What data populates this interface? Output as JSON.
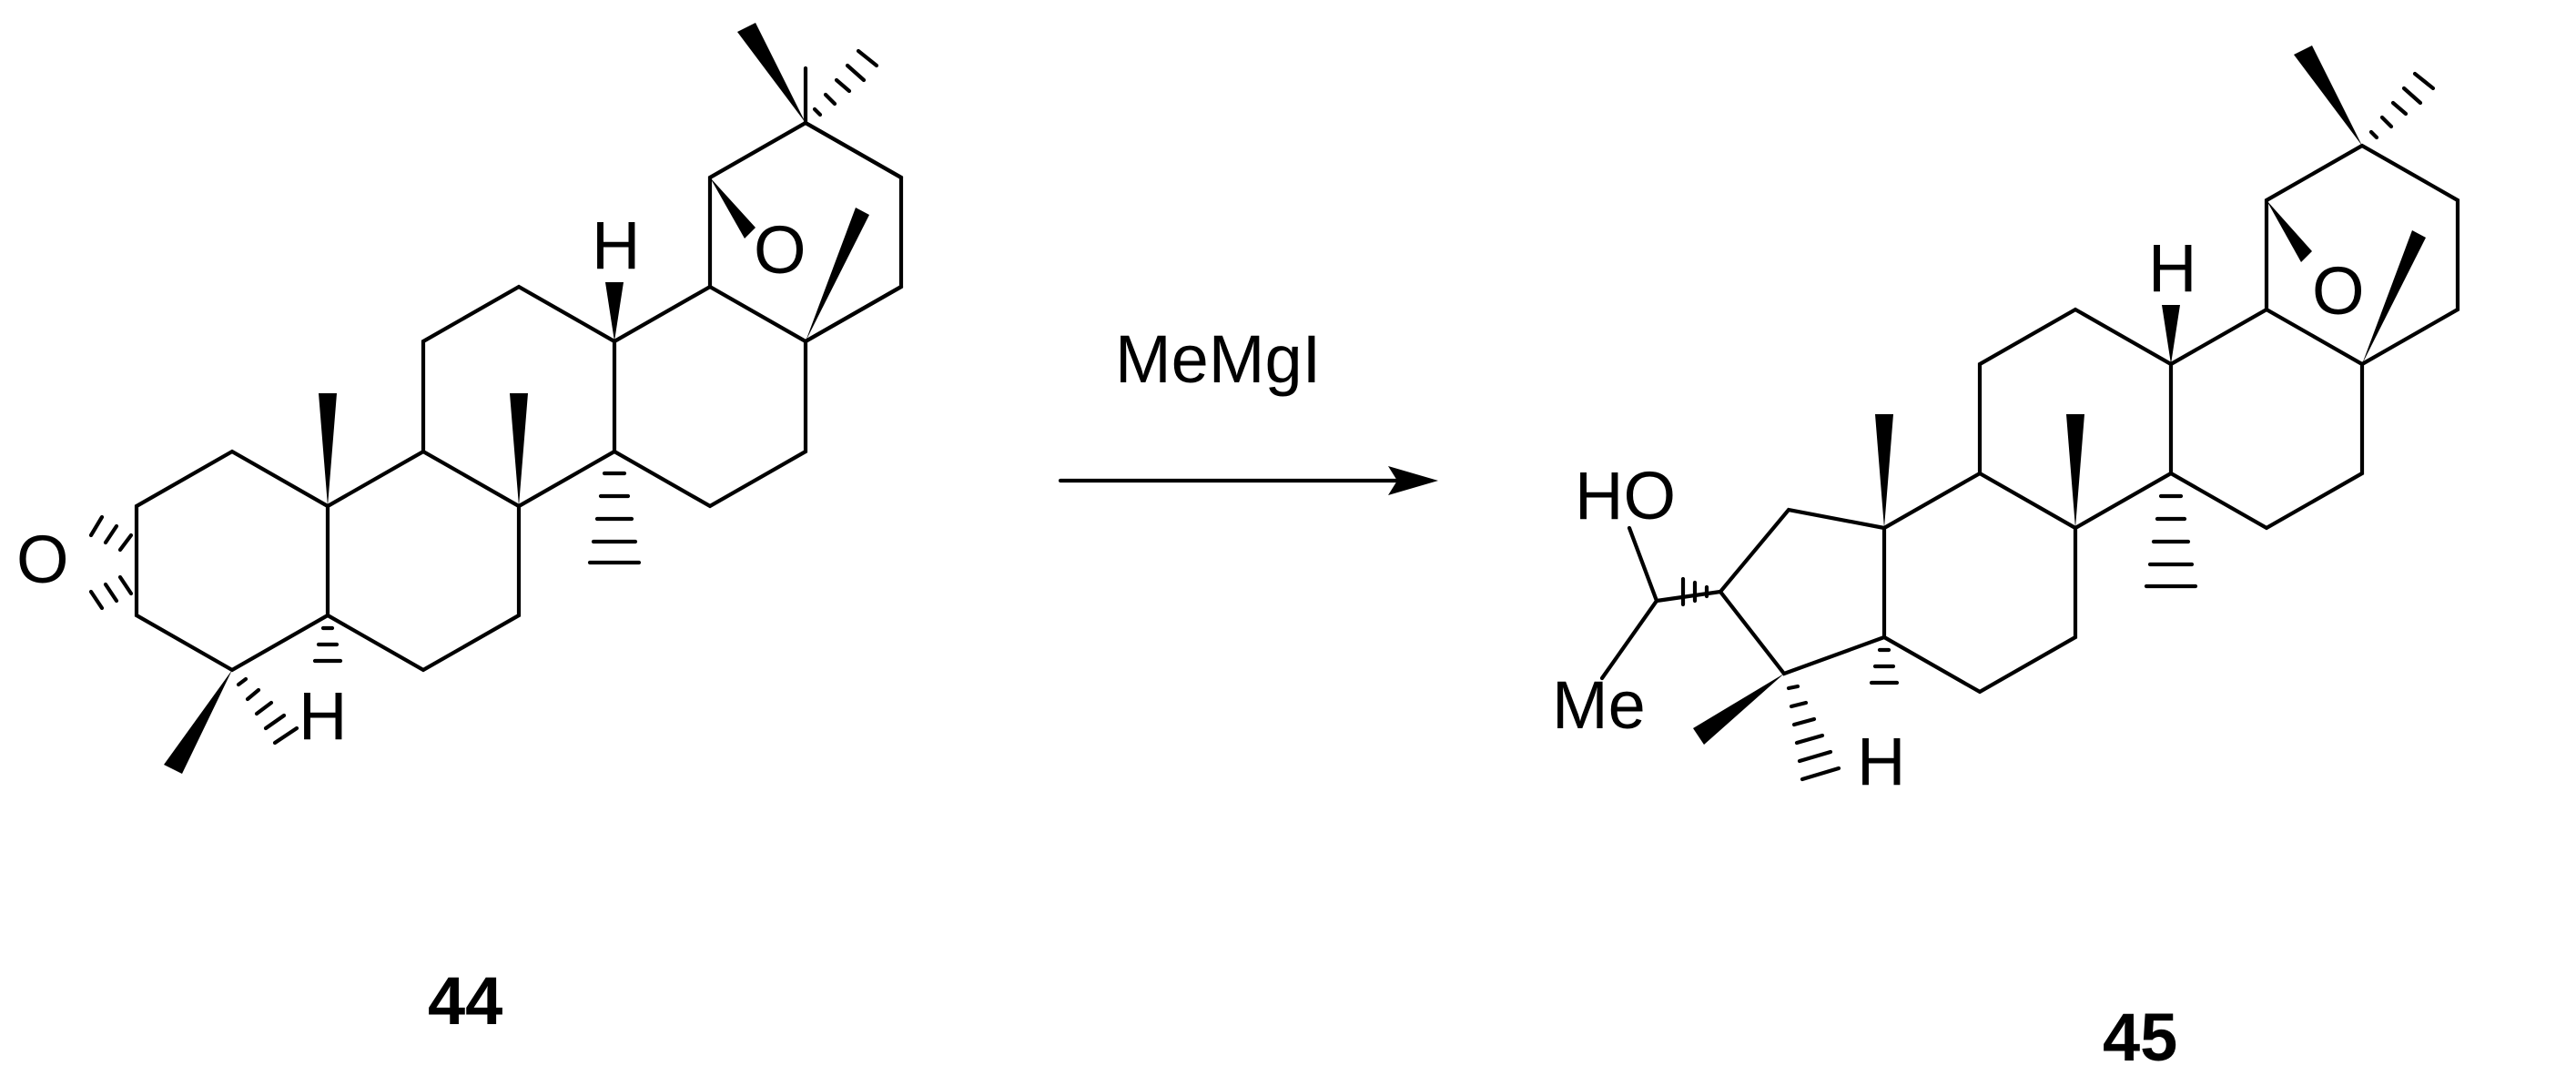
{
  "scheme": {
    "reactant": {
      "label": "44",
      "atoms": {
        "oxygen_epoxide": "O",
        "oxygen_bridge": "O",
        "h_top": "H",
        "h_bottom": "H"
      }
    },
    "reagent": "MeMgI",
    "product": {
      "label": "45",
      "atoms": {
        "hydroxyl": "HO",
        "methyl": "Me",
        "oxygen_bridge": "O",
        "h_top": "H",
        "h_bottom": "H"
      }
    }
  }
}
